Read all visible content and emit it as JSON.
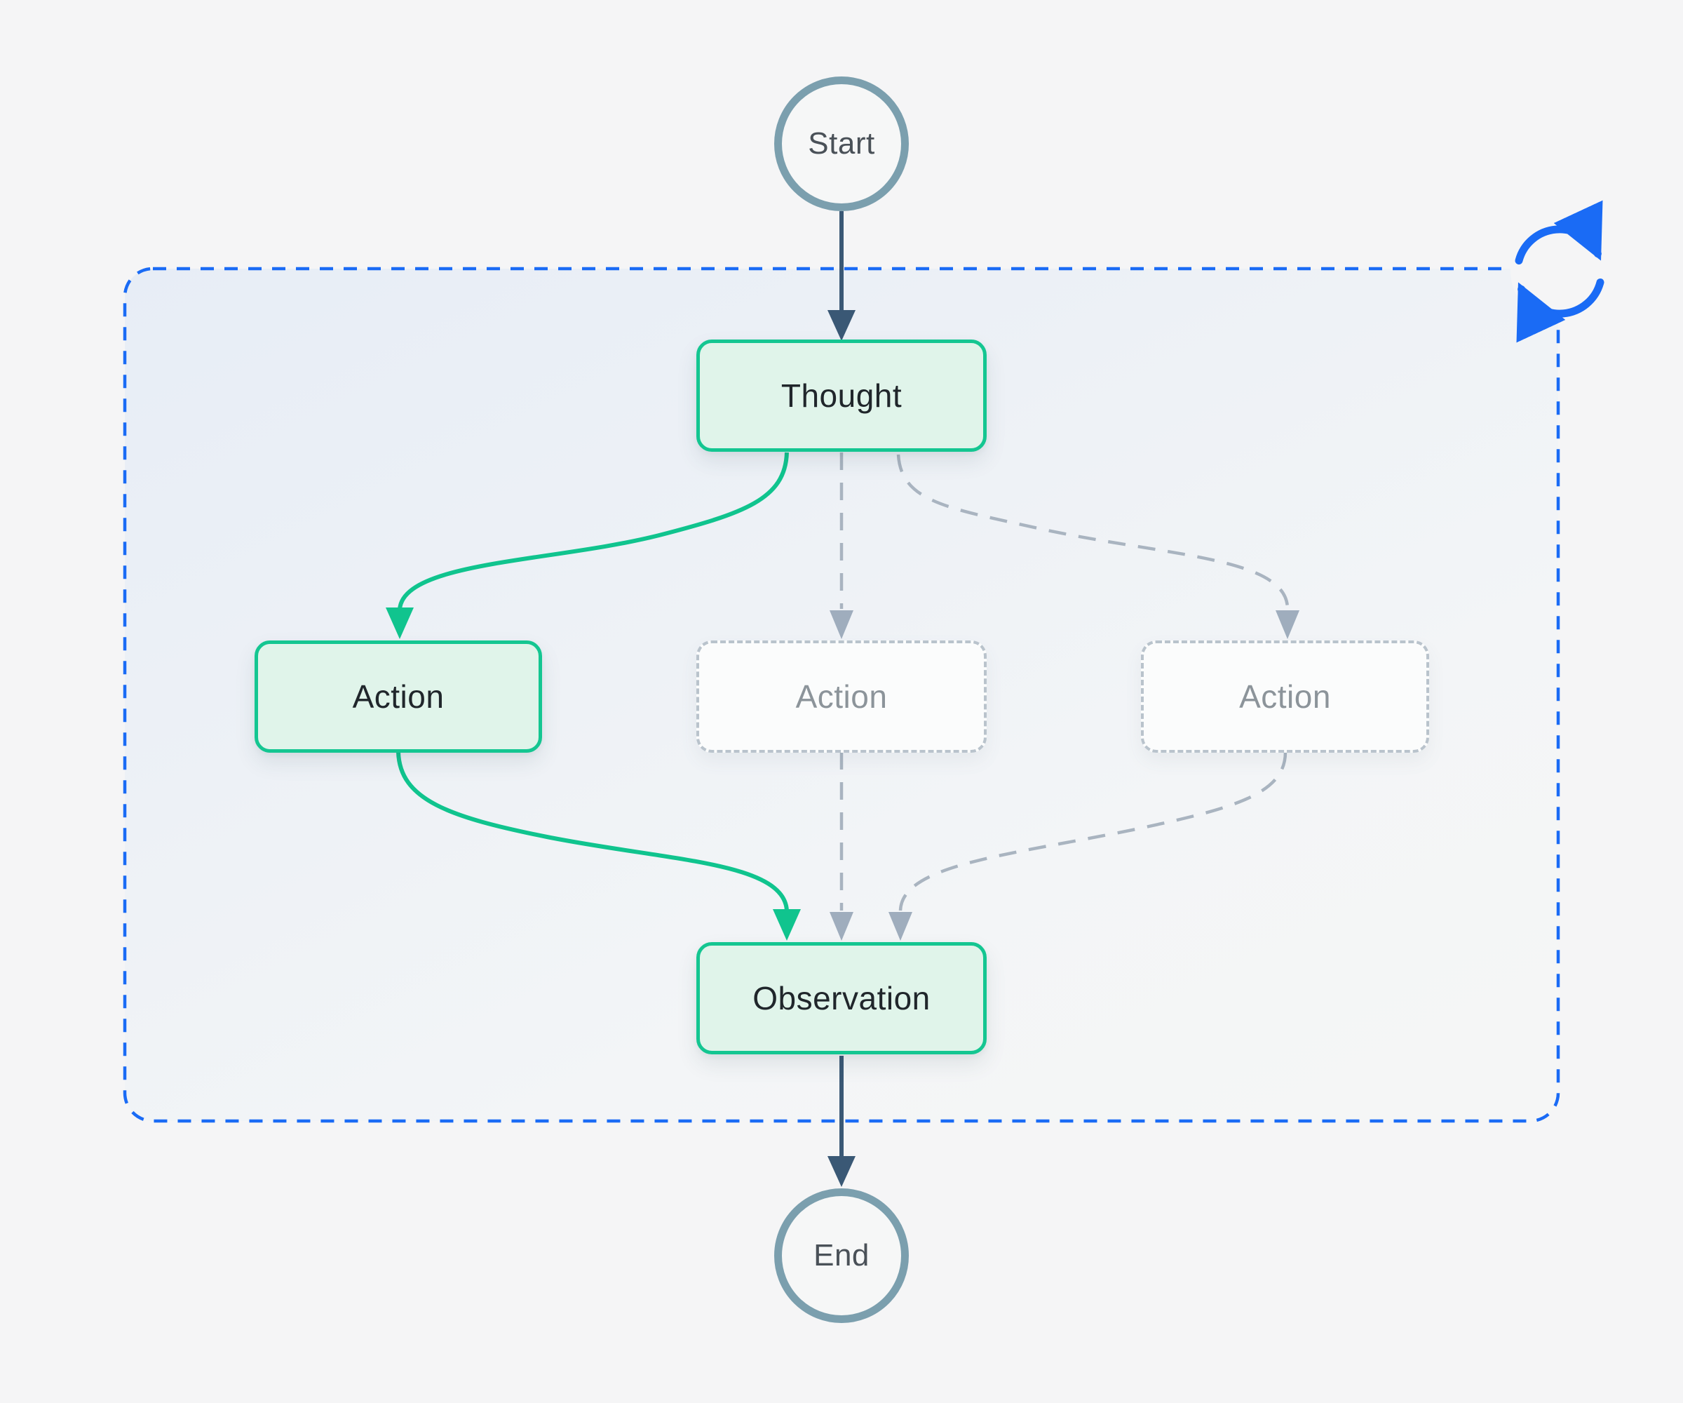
{
  "diagram": {
    "nodes": {
      "start": {
        "label": "Start",
        "shape": "circle",
        "state": "terminator"
      },
      "thought": {
        "label": "Thought",
        "shape": "box",
        "state": "active"
      },
      "action_left": {
        "label": "Action",
        "shape": "box",
        "state": "active"
      },
      "action_middle": {
        "label": "Action",
        "shape": "box",
        "state": "inactive"
      },
      "action_right": {
        "label": "Action",
        "shape": "box",
        "state": "inactive"
      },
      "observation": {
        "label": "Observation",
        "shape": "box",
        "state": "active"
      },
      "end": {
        "label": "End",
        "shape": "circle",
        "state": "terminator"
      }
    },
    "edges": [
      {
        "from": "start",
        "to": "thought",
        "style": "solid-navy"
      },
      {
        "from": "thought",
        "to": "action_left",
        "style": "solid-teal"
      },
      {
        "from": "thought",
        "to": "action_middle",
        "style": "dashed-gray"
      },
      {
        "from": "thought",
        "to": "action_right",
        "style": "dashed-gray"
      },
      {
        "from": "action_left",
        "to": "observation",
        "style": "solid-teal"
      },
      {
        "from": "action_middle",
        "to": "observation",
        "style": "dashed-gray"
      },
      {
        "from": "action_right",
        "to": "observation",
        "style": "dashed-gray"
      },
      {
        "from": "observation",
        "to": "end",
        "style": "solid-navy"
      }
    ],
    "loop_container": {
      "style": "dashed-rounded-rect",
      "icon": "sync-loop-icon"
    },
    "colors": {
      "loop_blue": "#1a6bf5",
      "teal_accent": "#12c48e",
      "mint_fill": "#e0f4ea",
      "navy_arrow": "#3a5875",
      "gray_dashed": "#a9b4c0",
      "gray_arrowhead": "#9fadbd",
      "terminator_ring": "#7b9fae",
      "page_background": "#f5f5f6"
    }
  }
}
